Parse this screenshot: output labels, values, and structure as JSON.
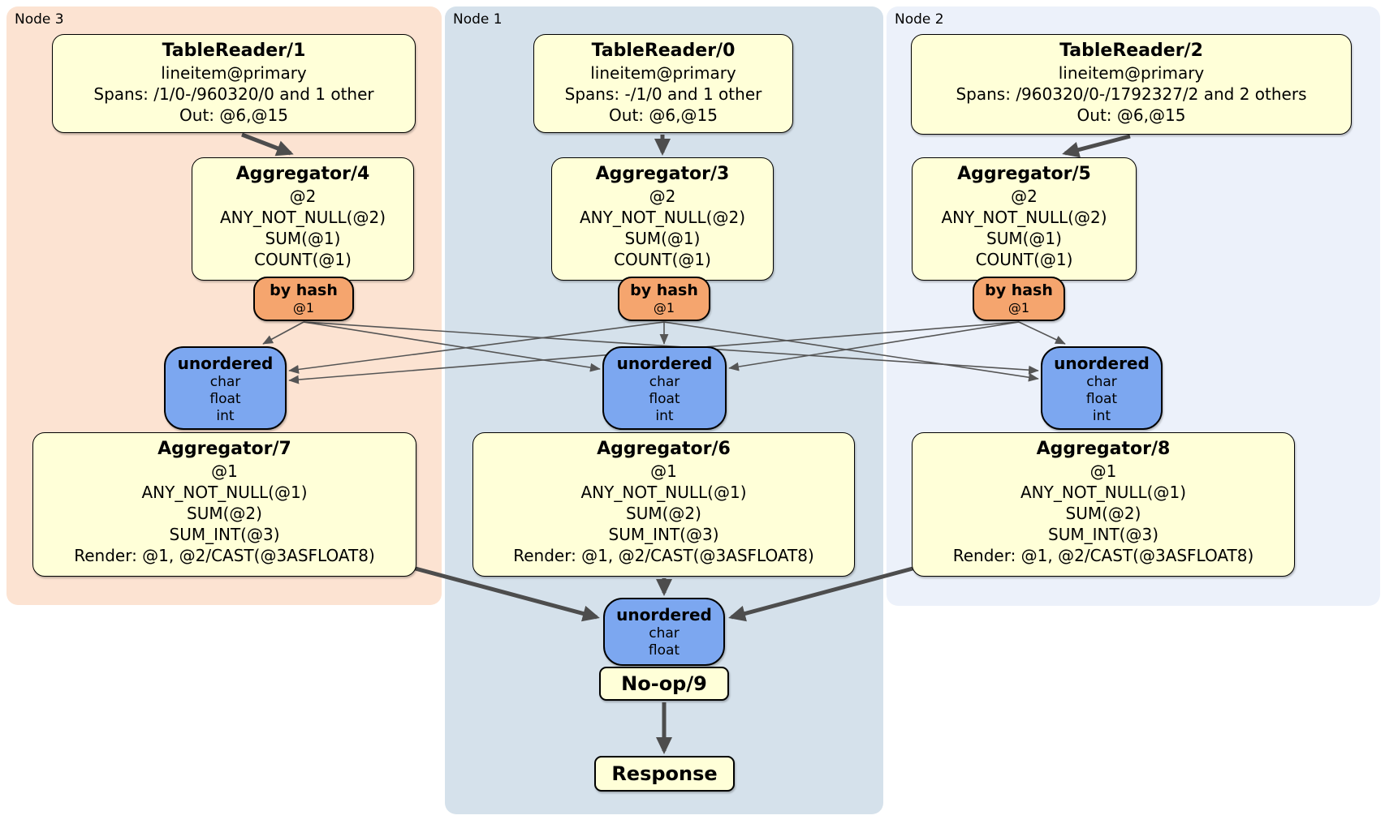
{
  "colors": {
    "node3_bg": "#fce3d2",
    "node1_bg": "#d5e1eb",
    "node2_bg": "#ecf1fa",
    "processor_fill": "#ffffd8",
    "router_fill": "#f5a56e",
    "sync_fill": "#7ca7f0",
    "edge_thick": "#4d4d4d",
    "edge_thin": "#555555"
  },
  "regions": [
    {
      "label": "Node 3",
      "table_reader": {
        "title": "TableReader/1",
        "lines": [
          "lineitem@primary",
          "Spans: /1/0-/960320/0 and 1 other",
          "Out: @6,@15"
        ]
      },
      "top_aggregator": {
        "title": "Aggregator/4",
        "lines": [
          "@2",
          "ANY_NOT_NULL(@2)",
          "SUM(@1)",
          "COUNT(@1)"
        ]
      },
      "router": {
        "title": "by hash",
        "lines": [
          "@1"
        ]
      },
      "sync": {
        "title": "unordered",
        "lines": [
          "char",
          "float",
          "int"
        ]
      },
      "bottom_aggregator": {
        "title": "Aggregator/7",
        "lines": [
          "@1",
          "ANY_NOT_NULL(@1)",
          "SUM(@2)",
          "SUM_INT(@3)",
          "Render: @1, @2/CAST(@3ASFLOAT8)"
        ]
      }
    },
    {
      "label": "Node 1",
      "table_reader": {
        "title": "TableReader/0",
        "lines": [
          "lineitem@primary",
          "Spans: -/1/0 and 1 other",
          "Out: @6,@15"
        ]
      },
      "top_aggregator": {
        "title": "Aggregator/3",
        "lines": [
          "@2",
          "ANY_NOT_NULL(@2)",
          "SUM(@1)",
          "COUNT(@1)"
        ]
      },
      "router": {
        "title": "by hash",
        "lines": [
          "@1"
        ]
      },
      "sync": {
        "title": "unordered",
        "lines": [
          "char",
          "float",
          "int"
        ]
      },
      "bottom_aggregator": {
        "title": "Aggregator/6",
        "lines": [
          "@1",
          "ANY_NOT_NULL(@1)",
          "SUM(@2)",
          "SUM_INT(@3)",
          "Render: @1, @2/CAST(@3ASFLOAT8)"
        ]
      }
    },
    {
      "label": "Node 2",
      "table_reader": {
        "title": "TableReader/2",
        "lines": [
          "lineitem@primary",
          "Spans: /960320/0-/1792327/2 and 2 others",
          "Out: @6,@15"
        ]
      },
      "top_aggregator": {
        "title": "Aggregator/5",
        "lines": [
          "@2",
          "ANY_NOT_NULL(@2)",
          "SUM(@1)",
          "COUNT(@1)"
        ]
      },
      "router": {
        "title": "by hash",
        "lines": [
          "@1"
        ]
      },
      "sync": {
        "title": "unordered",
        "lines": [
          "char",
          "float",
          "int"
        ]
      },
      "bottom_aggregator": {
        "title": "Aggregator/8",
        "lines": [
          "@1",
          "ANY_NOT_NULL(@1)",
          "SUM(@2)",
          "SUM_INT(@3)",
          "Render: @1, @2/CAST(@3ASFLOAT8)"
        ]
      }
    }
  ],
  "output": {
    "sync": {
      "title": "unordered",
      "lines": [
        "char",
        "float"
      ]
    },
    "noop_label": "No-op/9",
    "response_label": "Response"
  }
}
